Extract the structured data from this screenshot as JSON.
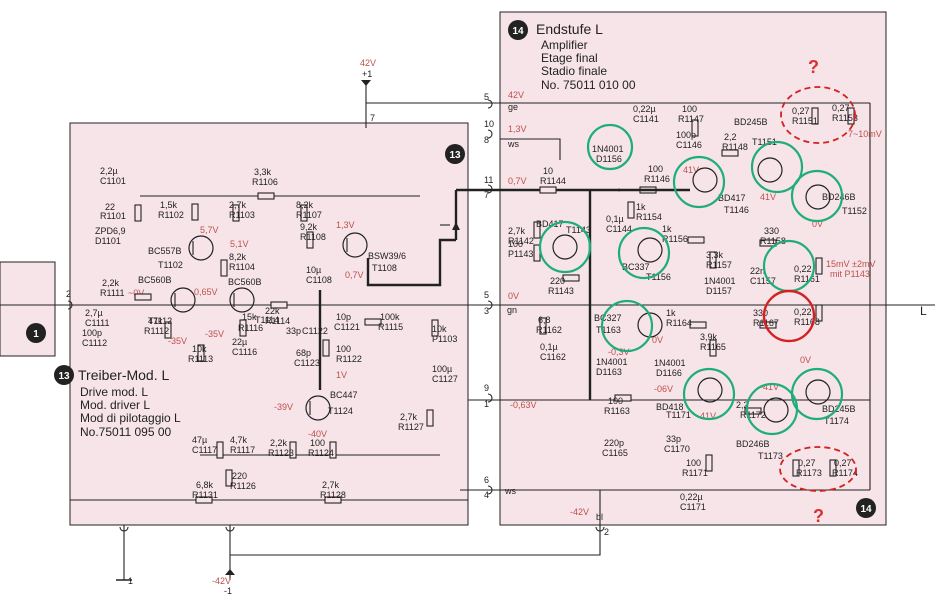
{
  "amp": {
    "badge": "14",
    "title_de": "Endstufe L",
    "title_en": "Amplifier",
    "title_fr": "Etage final",
    "title_it": "Stadio finale",
    "part_no": "No. 75011 010 00"
  },
  "driver": {
    "badge": "13",
    "title_de": "Treiber-Mod. L",
    "title_en": "Drive mod. L",
    "title_fr": "Mod. driver L",
    "title_it": "Mod di pilotaggio L",
    "part_no": "No.75011 095 00"
  },
  "input_badge": "1",
  "output_label": "L",
  "supply": {
    "pos": "42V",
    "pos_pin": "+1",
    "neg": "-42V",
    "neg_pin": "-1",
    "ground_pin": "1",
    "ge": "ge",
    "ws": "ws",
    "bl": "bl",
    "gn": "gn"
  },
  "connectors": [
    {
      "pin": "7"
    },
    {
      "pin": "5"
    },
    {
      "pin": "10"
    },
    {
      "pin": "8"
    },
    {
      "pin": "11"
    },
    {
      "pin": "7"
    },
    {
      "pin": "5"
    },
    {
      "pin": "3"
    },
    {
      "pin": "9"
    },
    {
      "pin": "1"
    },
    {
      "pin": "6"
    },
    {
      "pin": "4"
    },
    {
      "pin": "2"
    },
    {
      "pin": "2"
    }
  ],
  "voltages": {
    "v13": "1,3V",
    "v07": "0,7V",
    "v0": "0V",
    "v_063": "-0,63V",
    "v42": "42V",
    "v_42": "-42V",
    "v57": "5,7V",
    "v51": "5,1V",
    "v065": "0,65V",
    "v_35a": "-35V",
    "v_35b": "-35V",
    "v_39": "-39V",
    "v_40": "-40V",
    "v1": "1V",
    "v13b": "1,3V",
    "v07b": "0,7V",
    "v0b": "~0V",
    "v41a": "41V",
    "v41b": "41V",
    "v0c": "0V",
    "v_06": "-06V",
    "v_41": "-41V",
    "v41c": "41V",
    "v0d": "0V",
    "v_03": "-0,3V",
    "v0e": "0V",
    "v_7": "7~10mV",
    "v15": "15mV ±2mV",
    "adj": "mit P1143"
  },
  "driver_components": [
    {
      "label": "2,2µ",
      "ref": "C1101"
    },
    {
      "label": "22",
      "ref": "R1101"
    },
    {
      "label": "ZPD6,9",
      "ref": "D1101"
    },
    {
      "label": "1,5k",
      "ref": "R1102"
    },
    {
      "label": "2,7k",
      "ref": "R1103"
    },
    {
      "label": "3,3k",
      "ref": "R1106"
    },
    {
      "label": "8,2k",
      "ref": "R1107"
    },
    {
      "label": "8,2k",
      "ref": "R1104"
    },
    {
      "label": "BC557B",
      "ref": "T1102"
    },
    {
      "label": "BC560B",
      "ref": "T1112"
    },
    {
      "label": "BC560B",
      "ref": "T1114"
    },
    {
      "label": "2,2k",
      "ref": "R1111"
    },
    {
      "label": "2,7µ",
      "ref": "C1111"
    },
    {
      "label": "100p",
      "ref": "C1112"
    },
    {
      "label": "47k",
      "ref": "R1112"
    },
    {
      "label": "10k",
      "ref": "R1113"
    },
    {
      "label": "15k",
      "ref": "R1116"
    },
    {
      "label": "22k",
      "ref": "R1114"
    },
    {
      "label": "22µ",
      "ref": "C1116"
    },
    {
      "label": "9,2k",
      "ref": "R1108"
    },
    {
      "label": "10µ",
      "ref": "C1108"
    },
    {
      "label": "BSW39/6",
      "ref": "T1108"
    },
    {
      "label": "33p",
      "ref": "C1122"
    },
    {
      "label": "10p",
      "ref": "C1121"
    },
    {
      "label": "100k",
      "ref": "R1115"
    },
    {
      "label": "10k",
      "ref": "P1103"
    },
    {
      "label": "100µ",
      "ref": "C1127"
    },
    {
      "label": "68p",
      "ref": "C1123"
    },
    {
      "label": "100",
      "ref": "R1122"
    },
    {
      "label": "BC447",
      "ref": "T1124"
    },
    {
      "label": "2,7k",
      "ref": "R1127"
    },
    {
      "label": "47µ",
      "ref": "C1117"
    },
    {
      "label": "4,7k",
      "ref": "R1117"
    },
    {
      "label": "2,2k",
      "ref": "R1123"
    },
    {
      "label": "100",
      "ref": "R1124"
    },
    {
      "label": "220",
      "ref": "R1126"
    },
    {
      "label": "6,8k",
      "ref": "R1131"
    },
    {
      "label": "2,7k",
      "ref": "R1128"
    }
  ],
  "amp_components": [
    {
      "label": "0,22µ",
      "ref": "C1141"
    },
    {
      "label": "100",
      "ref": "R1147"
    },
    {
      "label": "1N4001",
      "ref": "D1156"
    },
    {
      "label": "100p",
      "ref": "C1146"
    },
    {
      "label": "2,2",
      "ref": "R1148"
    },
    {
      "label": "BD245B",
      "ref": "T1151"
    },
    {
      "label": "0,27",
      "ref": "R1151"
    },
    {
      "label": "0,27",
      "ref": "R1153"
    },
    {
      "label": "10",
      "ref": "R1144"
    },
    {
      "label": "100",
      "ref": "R1146"
    },
    {
      "label": "BD417",
      "ref": "T1146"
    },
    {
      "label": "BD246B",
      "ref": "T1152"
    },
    {
      "label": "1k",
      "ref": "R1154"
    },
    {
      "label": "2,7k",
      "ref": "R1142"
    },
    {
      "label": "BD417",
      "ref": "T1143"
    },
    {
      "label": "0,1µ",
      "ref": "C1144"
    },
    {
      "label": "100",
      "ref": "P1143"
    },
    {
      "label": "1k",
      "ref": "R1156"
    },
    {
      "label": "BC337",
      "ref": "T1156"
    },
    {
      "label": "330",
      "ref": "R1158"
    },
    {
      "label": "3,3k",
      "ref": "R1157"
    },
    {
      "label": "1N4001",
      "ref": "D1157"
    },
    {
      "label": "22n",
      "ref": "C1157"
    },
    {
      "label": "0,22",
      "ref": "R1161"
    },
    {
      "label": "220",
      "ref": "R1143"
    },
    {
      "label": "6,8",
      "ref": "R1162"
    },
    {
      "label": "0,1µ",
      "ref": "C1162"
    },
    {
      "label": "BC327",
      "ref": "T1163"
    },
    {
      "label": "1k",
      "ref": "R1164"
    },
    {
      "label": "330",
      "ref": "R1167"
    },
    {
      "label": "0,22",
      "ref": "R1168"
    },
    {
      "label": "3,9k",
      "ref": "R1165"
    },
    {
      "label": "1N4001",
      "ref": "D1163"
    },
    {
      "label": "1N4001",
      "ref": "D1166"
    },
    {
      "label": "100",
      "ref": "R1163"
    },
    {
      "label": "BD418",
      "ref": "T1171"
    },
    {
      "label": "2,2",
      "ref": "R1172"
    },
    {
      "label": "BD245B",
      "ref": "T1174"
    },
    {
      "label": "33p",
      "ref": "C1170"
    },
    {
      "label": "BD246B",
      "ref": "T1173"
    },
    {
      "label": "100",
      "ref": "R1171"
    },
    {
      "label": "0,27",
      "ref": "R1173"
    },
    {
      "label": "0,27",
      "ref": "R1174"
    },
    {
      "label": "220p",
      "ref": "C1165"
    },
    {
      "label": "0,22µ",
      "ref": "C1171"
    }
  ],
  "annotations": {
    "question_top": "?",
    "question_bottom": "?"
  }
}
